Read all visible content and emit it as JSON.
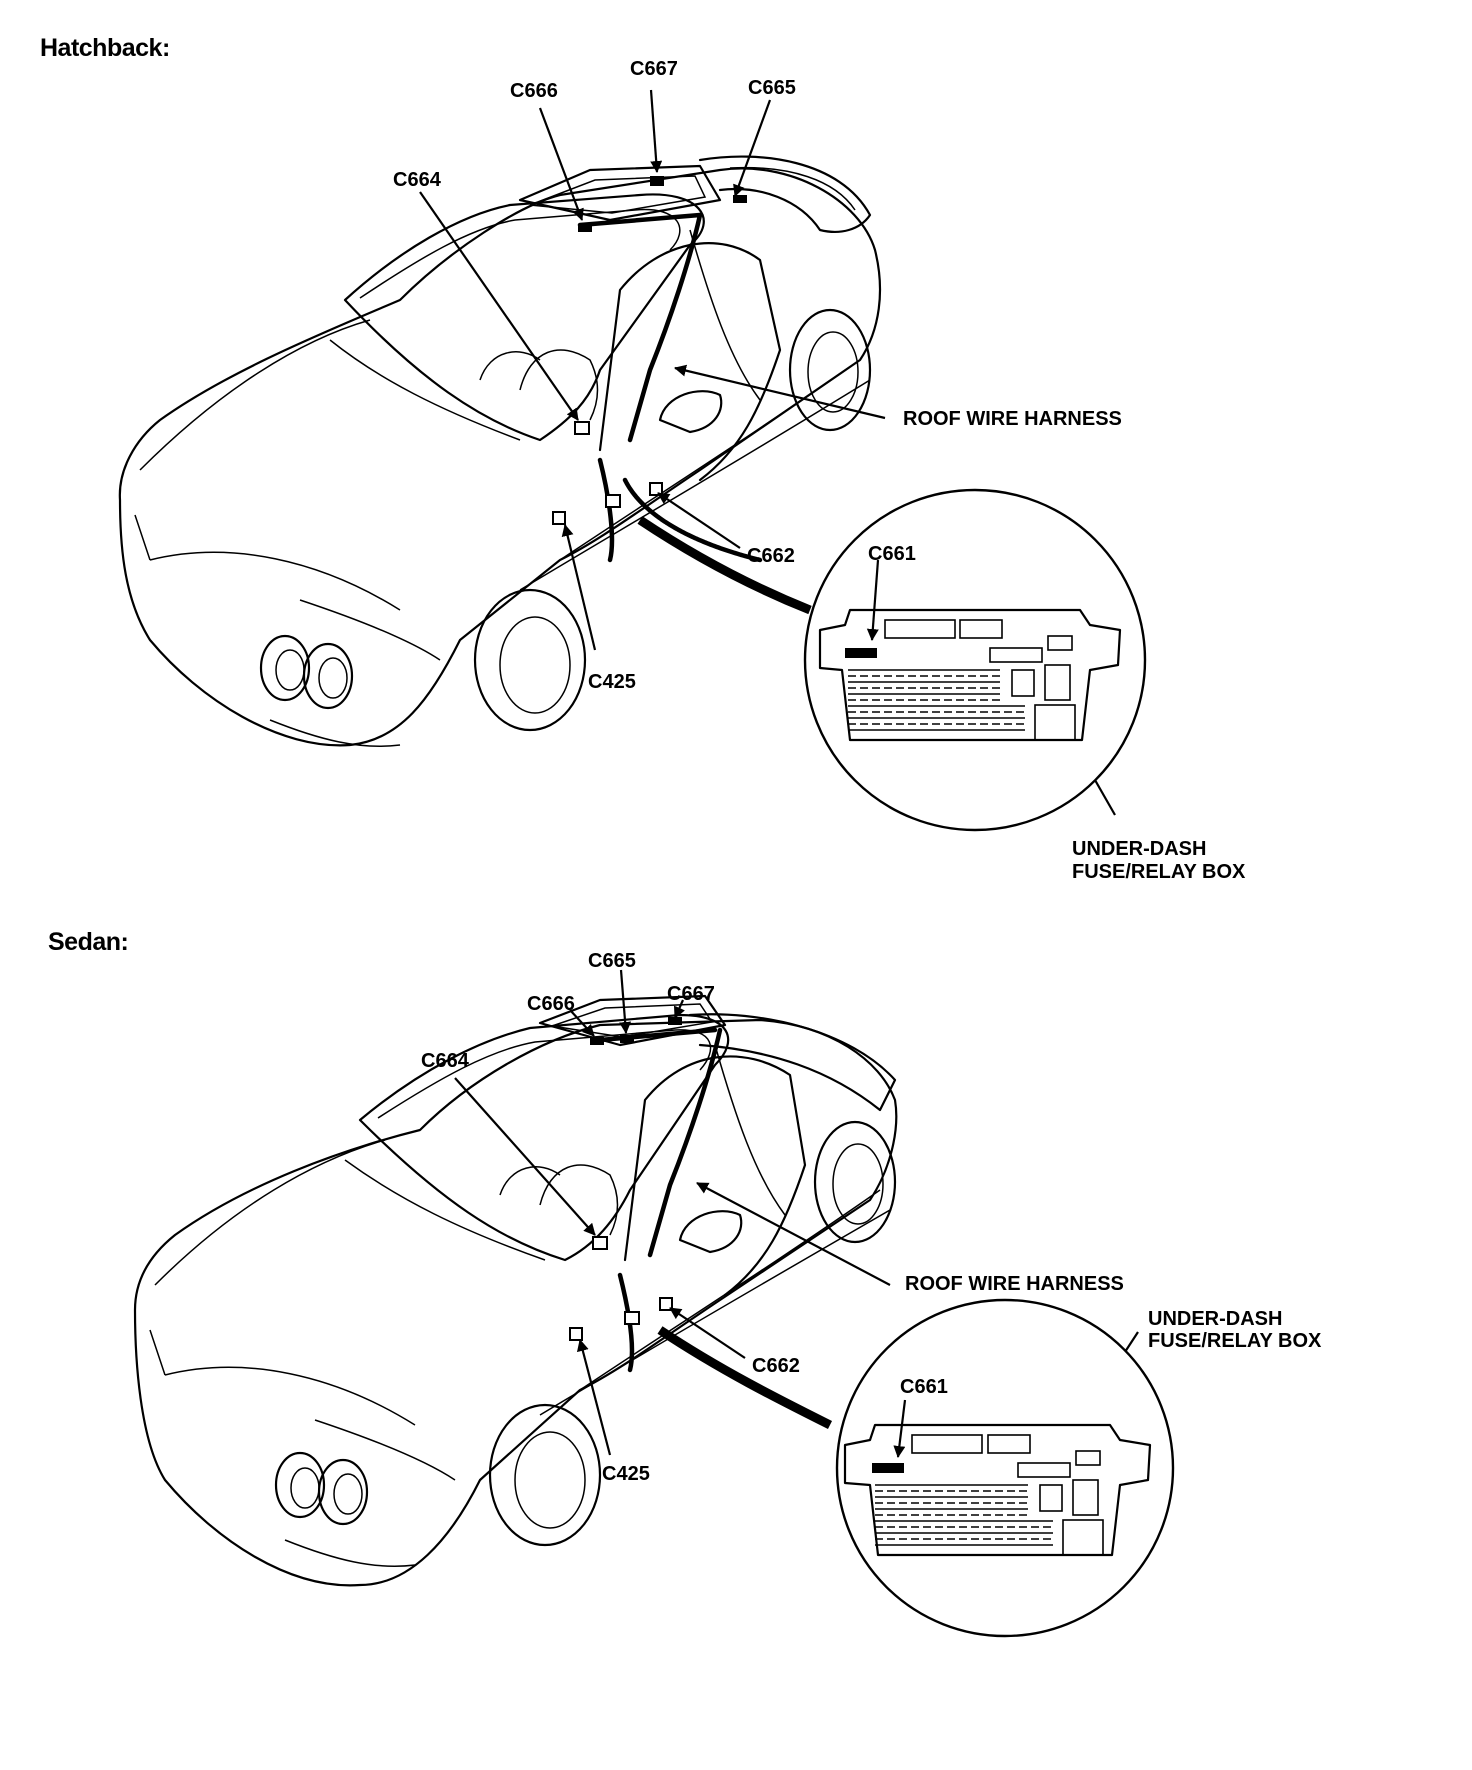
{
  "hatchback": {
    "title": "Hatchback:",
    "labels": {
      "c667": "C667",
      "c666": "C666",
      "c665": "C665",
      "c664": "C664",
      "roof_harness": "ROOF WIRE HARNESS",
      "c662": "C662",
      "c661": "C661",
      "c425": "C425",
      "fuse_box_line1": "UNDER-DASH",
      "fuse_box_line2": "FUSE/RELAY BOX"
    }
  },
  "sedan": {
    "title": "Sedan:",
    "labels": {
      "c665": "C665",
      "c667": "C667",
      "c666": "C666",
      "c664": "C664",
      "roof_harness": "ROOF WIRE HARNESS",
      "fuse_box_line1": "UNDER-DASH",
      "fuse_box_line2": "FUSE/RELAY BOX",
      "c661": "C661",
      "c662": "C662",
      "c425": "C425"
    }
  }
}
